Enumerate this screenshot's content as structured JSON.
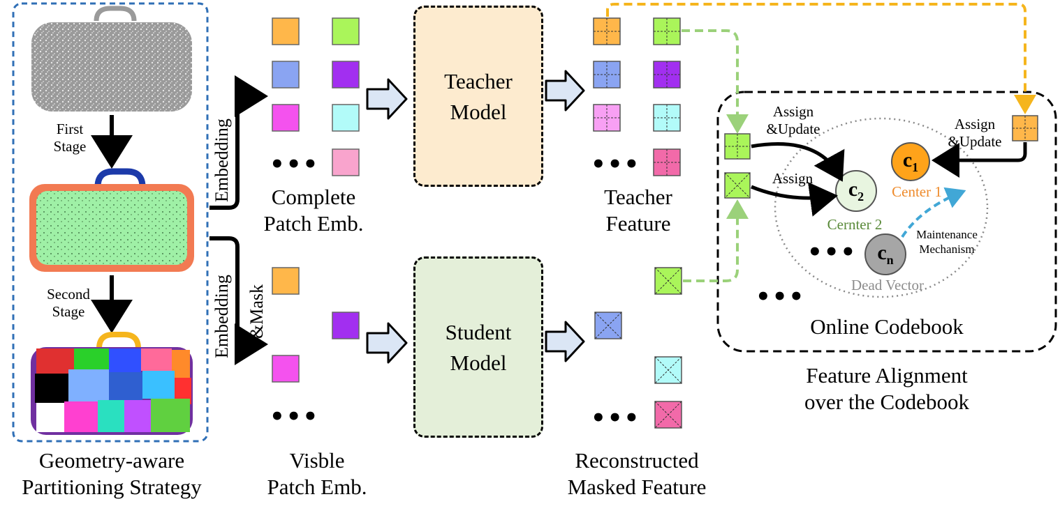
{
  "partition": {
    "first_stage": "First\nStage",
    "second_stage": "Second\nStage",
    "caption": "Geometry-aware\nPartitioning Strategy"
  },
  "embedding": {
    "top": "Embedding",
    "bottom": "Embedding",
    "mask": "&Mask"
  },
  "complete_patch": {
    "caption": "Complete\nPatch Emb.",
    "dots": "•••"
  },
  "visible_patch": {
    "caption": "Visble\nPatch Emb.",
    "dots": "•••"
  },
  "teacher_model": {
    "label": "Teacher\nModel"
  },
  "student_model": {
    "label": "Student\nModel"
  },
  "teacher_feature": {
    "caption": "Teacher\nFeature",
    "dots": "•••"
  },
  "reconstructed": {
    "caption": "Reconstructed\nMasked Feature",
    "dots": "•••"
  },
  "codebook": {
    "title": "Online Codebook",
    "assign_update_left": "Assign\n&Update",
    "assign": "Assign",
    "assign_update_right": "Assign\n&Update",
    "center1_symbol": "c",
    "center1_sub": "1",
    "center1_label": "Center 1",
    "center2_symbol": "c",
    "center2_sub": "2",
    "center2_label": "Cernter 2",
    "centern_symbol": "c",
    "centern_sub": "n",
    "centern_label": "Dead Vector",
    "maintenance": "Maintenance\nMechanism",
    "dots_inner": "•••",
    "dots_outer": "•••"
  },
  "alignment_caption": "Feature Alignment\nover the Codebook",
  "colors": {
    "orange": "#ffb74a",
    "green": "#aaf55a",
    "blue": "#8aa4f2",
    "purple": "#a22ff0",
    "magenta": "#f452ee",
    "cyan": "#b2fbf9",
    "pink": "#f9a4cd",
    "pink_dark": "#f26aa9",
    "teacher_fill": "#fdebcf",
    "student_fill": "#e4efd9",
    "arrow_fill": "#dbe6f5",
    "partition_border": "#2f6fb6",
    "yellow_dash": "#f5b51d",
    "green_dash": "#9bd17a",
    "blue_dash": "#41a7d6",
    "center1": "#ffa31a",
    "center2": "#e8f5e0",
    "centern": "#a6a6a6",
    "center1_text": "#ee8a2a",
    "center2_text": "#5a8a3a",
    "centern_text": "#8c8c8c"
  }
}
